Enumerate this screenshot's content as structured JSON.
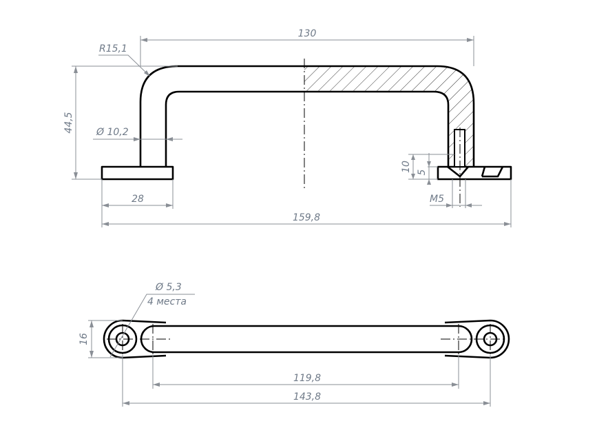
{
  "front_view": {
    "dim_overall_top": "130",
    "dim_radius": "R15,1",
    "dim_height": "44,5",
    "dim_diameter": "Ø 10,2",
    "dim_base_width": "28",
    "dim_total_length": "159,8",
    "dim_thread_depth": "10",
    "dim_base_thickness": "5",
    "dim_thread": "M5"
  },
  "top_view": {
    "dim_hole": "Ø 5,3",
    "dim_hole_count": "4 места",
    "dim_width": "16",
    "dim_inner_span": "119,8",
    "dim_hole_span": "143,8"
  },
  "colors": {
    "outline": "#000000",
    "dimension": "#8a8f96"
  }
}
